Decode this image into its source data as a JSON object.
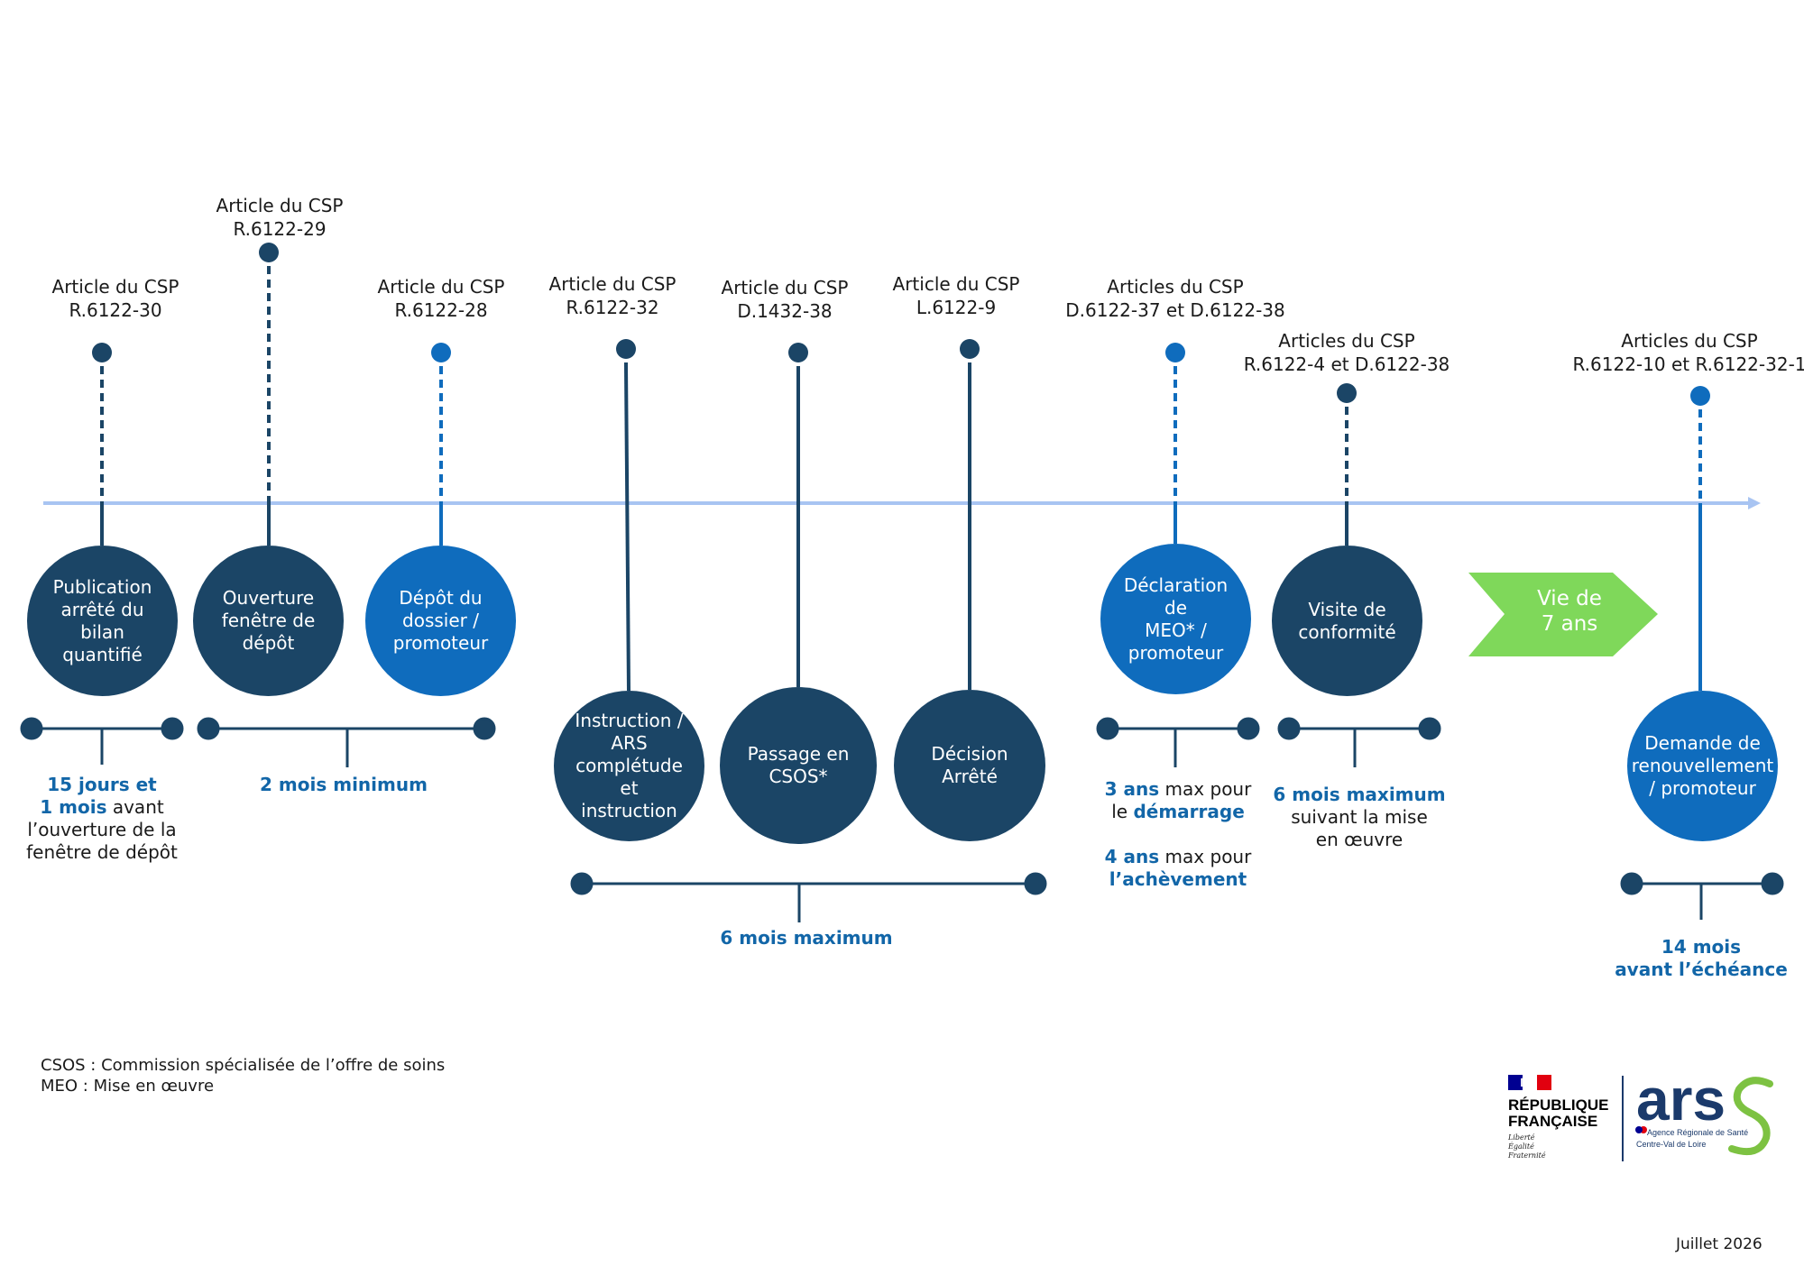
{
  "refs": [
    {
      "id": "r1",
      "line1": "Article du CSP",
      "line2": "R.6122-30"
    },
    {
      "id": "r2",
      "line1": "Article du CSP",
      "line2": "R.6122-29"
    },
    {
      "id": "r3",
      "line1": "Article du CSP",
      "line2": "R.6122-28"
    },
    {
      "id": "r4",
      "line1": "Article du CSP",
      "line2": "R.6122-32"
    },
    {
      "id": "r5",
      "line1": "Article du CSP",
      "line2": "D.1432-38"
    },
    {
      "id": "r6",
      "line1": "Article du CSP",
      "line2": "L.6122-9"
    },
    {
      "id": "r7",
      "line1": "Articles du CSP",
      "line2": "D.6122-37 et D.6122-38"
    },
    {
      "id": "r8",
      "line1": "Articles du CSP",
      "line2": "R.6122-4 et D.6122-38"
    },
    {
      "id": "r9",
      "line1": "Articles du CSP",
      "line2": "R.6122-10 et R.6122-32-1"
    }
  ],
  "steps": [
    {
      "id": "s1",
      "lines": [
        "Publication",
        "arrêté du bilan",
        "quantifié"
      ]
    },
    {
      "id": "s2",
      "lines": [
        "Ouverture",
        "fenêtre de",
        "dépôt"
      ]
    },
    {
      "id": "s3",
      "lines": [
        "Dépôt du",
        "dossier /",
        "promoteur"
      ]
    },
    {
      "id": "s4",
      "lines": [
        "Instruction /",
        "ARS",
        "complétude et",
        "instruction"
      ]
    },
    {
      "id": "s5",
      "lines": [
        "Passage en",
        "CSOS*"
      ]
    },
    {
      "id": "s6",
      "lines": [
        "Décision",
        "Arrêté"
      ]
    },
    {
      "id": "s7",
      "lines": [
        "Déclaration de",
        "MEO* /",
        "promoteur"
      ]
    },
    {
      "id": "s8",
      "lines": [
        "Visite de",
        "conformité"
      ]
    },
    {
      "id": "s9",
      "lines": [
        "Demande de",
        "renouvellement",
        "/ promoteur"
      ]
    }
  ],
  "vie": {
    "line1": "Vie de",
    "line2": "7 ans"
  },
  "notes": {
    "n1": {
      "l1a": "15 jours et",
      "l2a": "1 mois",
      "l2b": " avant",
      "l3": "l’ouverture de la",
      "l4": "fenêtre de dépôt"
    },
    "n2": {
      "l1": "2 mois minimum"
    },
    "n3": {
      "l1": "6 mois maximum"
    },
    "n4": {
      "l1a": "3 ans",
      "l1b": " max pour",
      "l2a": "le ",
      "l2b": "démarrage",
      "l3a": "4 ans",
      "l3b": " max pour",
      "l4": "l’achèvement"
    },
    "n5": {
      "l1": "6 mois maximum",
      "l2": "suivant la mise",
      "l3": "en œuvre"
    },
    "n6": {
      "l1": "14 mois",
      "l2": "avant l’échéance"
    }
  },
  "legend": {
    "line1": "CSOS : Commission spécialisée de l’offre de soins",
    "line2": "MEO : Mise en œuvre"
  },
  "logo": {
    "rf_line1": "RÉPUBLIQUE",
    "rf_line2": "FRANÇAISE",
    "rf_motto1": "Liberté",
    "rf_motto2": "Égalité",
    "rf_motto3": "Fraternité",
    "ars_word": "ars",
    "ars_sub1": "Agence Régionale de Santé",
    "ars_sub2": "Centre-Val de Loire"
  },
  "date": "Juillet 2026",
  "colors": {
    "dark": "#1b4566",
    "blue": "#0f6cbd",
    "axis": "#a8c4f2",
    "green": "#7fd85a",
    "highlight": "#1266a8"
  }
}
